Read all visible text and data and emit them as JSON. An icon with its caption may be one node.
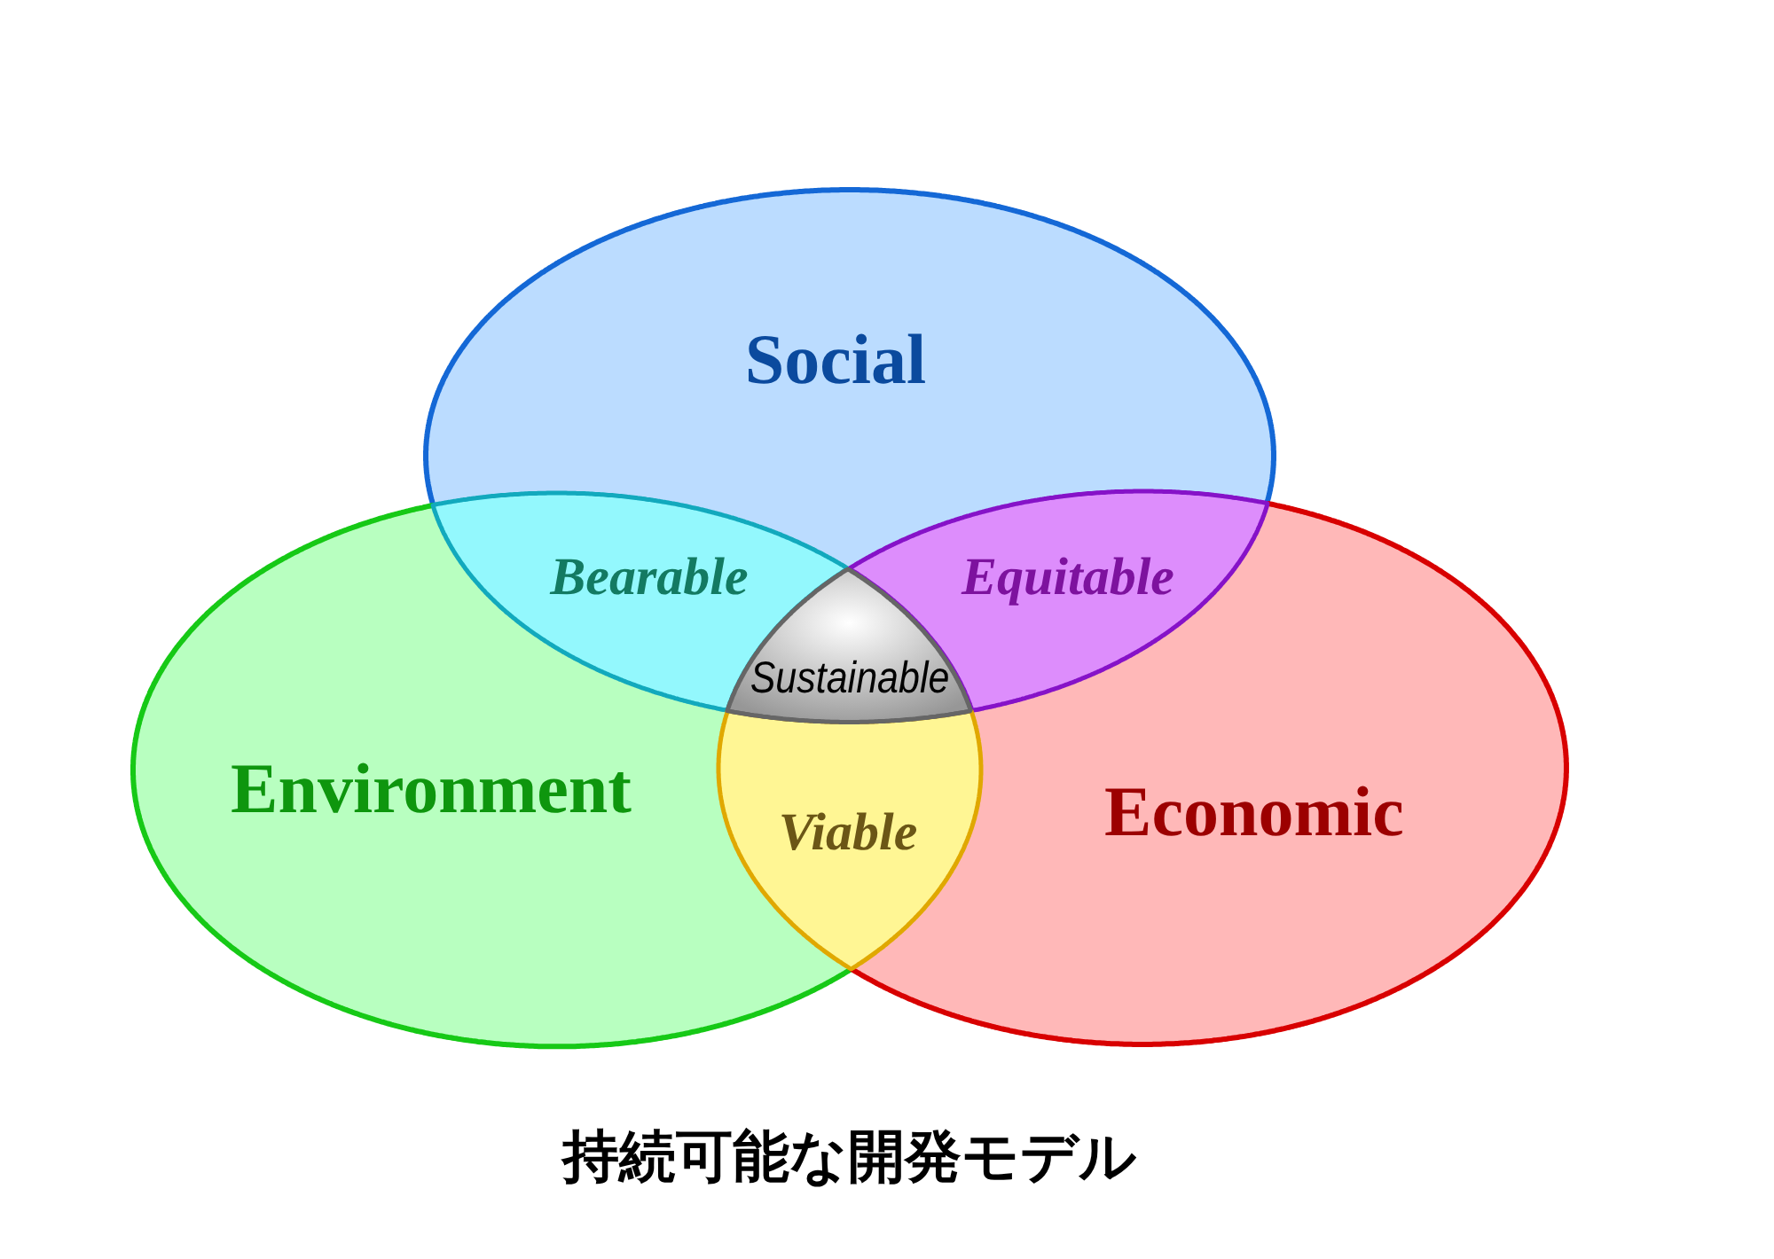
{
  "diagram": {
    "caption": "持続可能な開発モデル",
    "nodes": [
      {
        "text": [
          "Social"
        ]
      },
      {
        "text": [
          "Bearable"
        ]
      },
      {
        "text": [
          "Equitable"
        ]
      },
      {
        "text": [
          "Sustainable"
        ]
      },
      {
        "text": [
          "Environment"
        ]
      },
      {
        "text": [
          "Viable"
        ]
      },
      {
        "text": [
          "Economic"
        ]
      }
    ]
  }
}
